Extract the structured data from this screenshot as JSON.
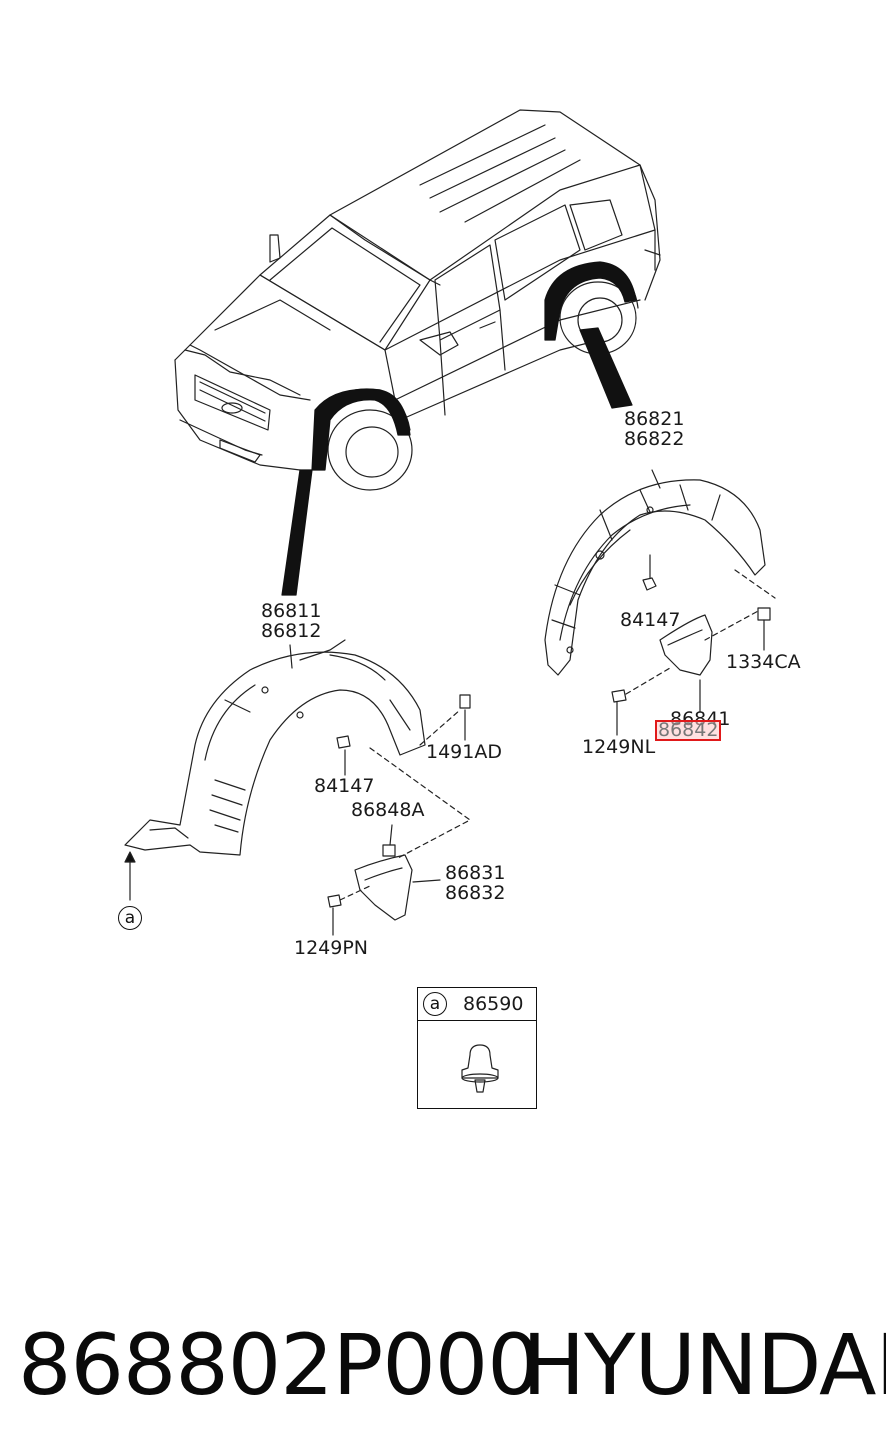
{
  "diagram": {
    "callouts": {
      "rear_guard": [
        "86821",
        "86822"
      ],
      "front_guard": [
        "86811",
        "86812"
      ],
      "rear_nut": "84147",
      "rear_clip": "1334CA",
      "rear_screw": "1249NL",
      "rear_flap": [
        "86841",
        "86842"
      ],
      "front_clip_top": "1491AD",
      "front_nut": "84147",
      "front_bracket": "86848A",
      "front_flap": [
        "86831",
        "86832"
      ],
      "front_screw": "1249PN",
      "ref_marker": "a"
    },
    "legend": {
      "marker": "a",
      "part_number": "86590"
    },
    "highlight_color": "#e0191a"
  },
  "footer": {
    "part_number": "868802P000",
    "brand": "HYUNDAI"
  }
}
